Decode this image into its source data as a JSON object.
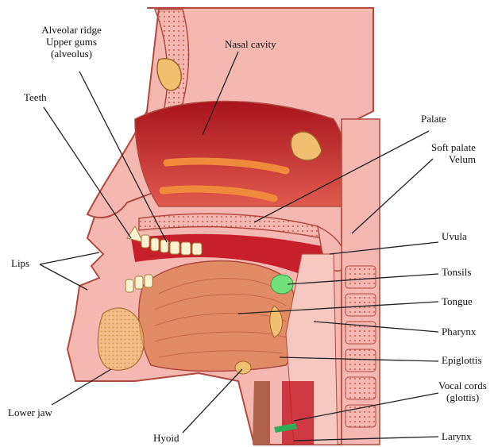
{
  "labels": {
    "alveolar": {
      "line1": "Alveolar ridge",
      "line2": "Upper gums",
      "line3": "(alveolus)"
    },
    "nasal": "Nasal cavity",
    "teeth": "Teeth",
    "palate": "Palate",
    "soft_palate": {
      "line1": "Soft palate",
      "line2": "Velum"
    },
    "lips": "Lips",
    "uvula": "Uvula",
    "tonsils": "Tonsils",
    "tongue": "Tongue",
    "pharynx": "Pharynx",
    "epiglottis": "Epiglottis",
    "vocal_cords": {
      "line1": "Vocal cords",
      "line2": "(glottis)"
    },
    "lower_jaw": "Lower jaw",
    "hyoid": "Hyoid",
    "larynx": "Larynx"
  },
  "colors": {
    "skin": "#f4b8b0",
    "skin_outline": "#b04a3e",
    "cavity": "#c8202a",
    "bone": "#f0c070",
    "tonsil": "#6fe07a",
    "tongue": "#e08a66",
    "pointer": "#222222"
  }
}
